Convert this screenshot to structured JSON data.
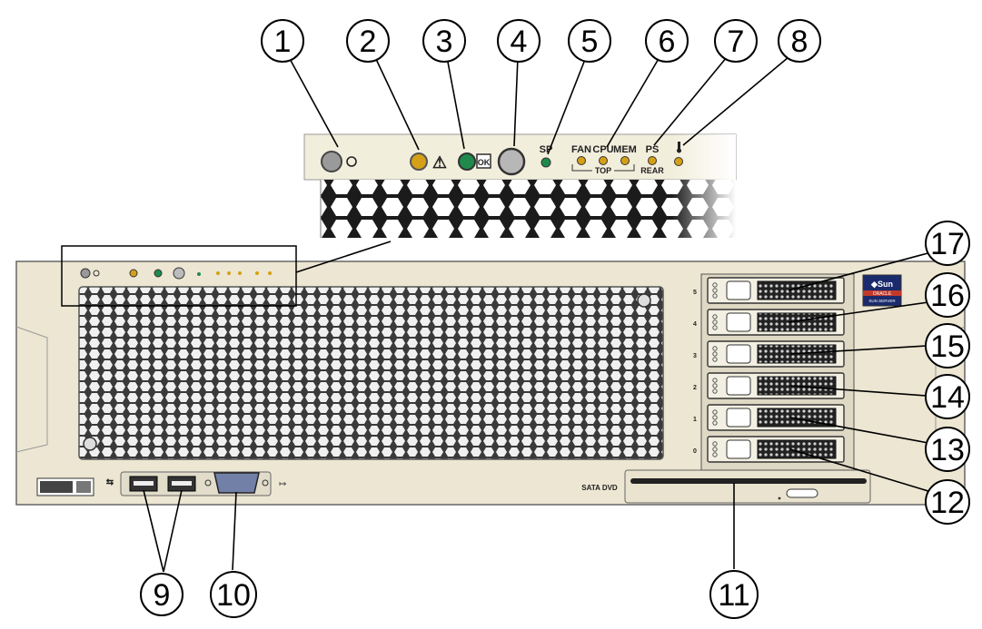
{
  "callouts": [
    "1",
    "2",
    "3",
    "4",
    "5",
    "6",
    "7",
    "8",
    "9",
    "10",
    "11",
    "12",
    "13",
    "14",
    "15",
    "16",
    "17"
  ],
  "panel_labels": {
    "sp": "SP",
    "fan": "FAN",
    "cpu": "CPU",
    "mem": "MEM",
    "top": "TOP",
    "ps": "PS",
    "rear": "REAR",
    "ok": "OK",
    "warn": "⚠"
  },
  "drive_bay_numbers": [
    "5",
    "4",
    "3",
    "2",
    "1",
    "0"
  ],
  "dvd_label": "SATA DVD",
  "brand": {
    "sun": "◆Sun",
    "oracle": "ORACLE",
    "model": "SUN SERVER"
  },
  "colors": {
    "chassis": "#ece6d2",
    "amber_led": "#d4a017",
    "green_led": "#1f8a4c"
  }
}
